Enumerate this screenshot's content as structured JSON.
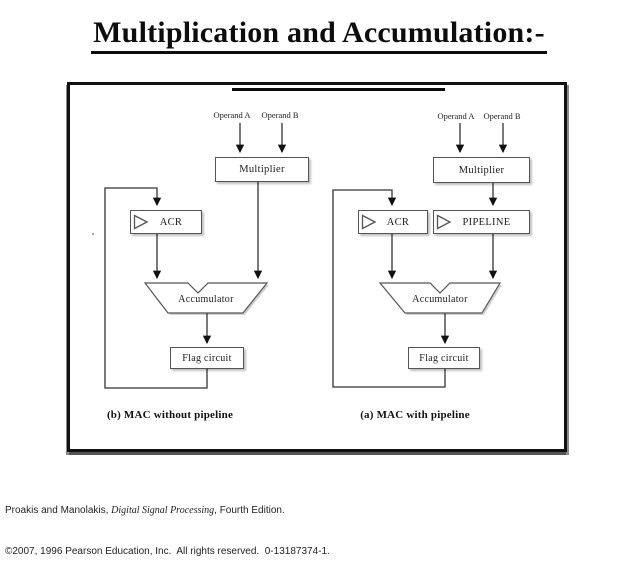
{
  "title": {
    "text": "Multiplication and Accumulation:-"
  },
  "diagrams": {
    "left": {
      "operand_a": "Operand A",
      "operand_b": "Operand B",
      "multiplier": "Multiplier",
      "acr": "ACR",
      "accumulator": "Accumulator",
      "flag_circuit": "Flag circuit",
      "caption": "(b) MAC without pipeline"
    },
    "right": {
      "operand_a": "Operand A",
      "operand_b": "Operand B",
      "multiplier": "Multiplier",
      "acr": "ACR",
      "pipeline": "PIPELINE",
      "accumulator": "Accumulator",
      "flag_circuit": "Flag circuit",
      "caption": "(a) MAC with pipeline"
    }
  },
  "footer": {
    "line1_pre": "Proakis and Manolakis, ",
    "line1_italic": "Digital Signal Processing",
    "line1_post": ", Fourth Edition.",
    "line2": "©2007, 1996 Pearson Education, Inc.  All rights reserved.  0-13187374-1."
  },
  "colors": {
    "line": "#333333",
    "arrow": "#111111",
    "box_border": "#555555",
    "text": "#1c1c1c",
    "frame": "#111111"
  }
}
